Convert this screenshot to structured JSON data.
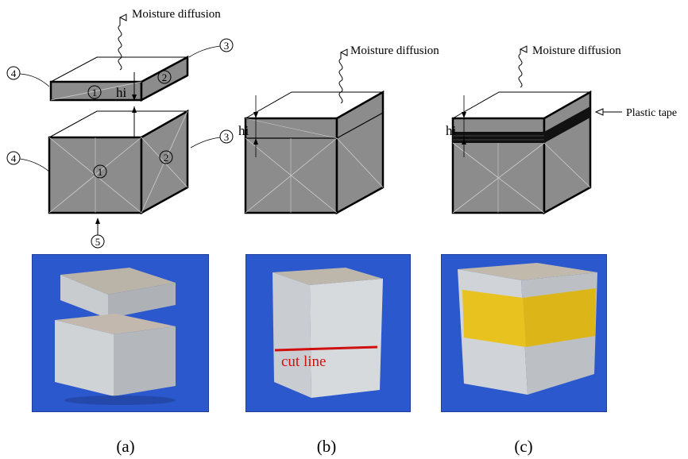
{
  "labels": {
    "moisture_diffusion": "Moisture diffusion",
    "hi": "hi",
    "plastic_tape": "Plastic tape",
    "cut_line": "cut line"
  },
  "markers": [
    "1",
    "2",
    "3",
    "4",
    "5"
  ],
  "captions": [
    "(a)",
    "(b)",
    "(c)"
  ],
  "colors": {
    "face_gray": "#8c8c8c",
    "top_face": "#ffffff",
    "tape_black": "#111111",
    "tape_yellow": "#e8c21e",
    "photo_background": "#2a56c8",
    "cut_line_red": "#d01010"
  }
}
